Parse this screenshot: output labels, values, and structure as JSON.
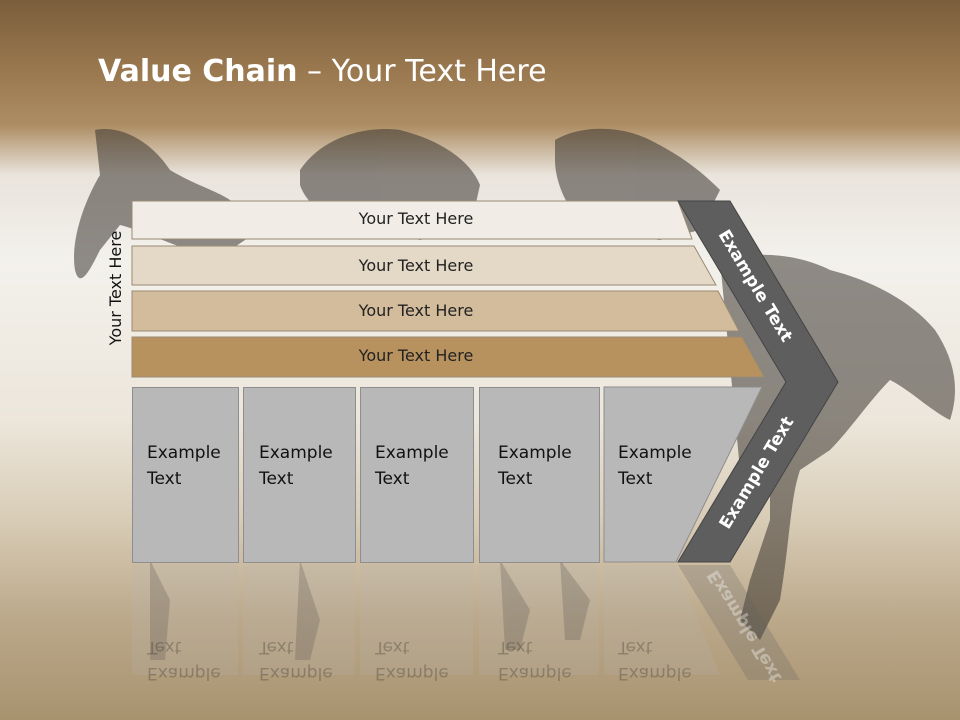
{
  "slide": {
    "title_bold": "Value Chain",
    "title_rest": " – Your Text Here",
    "side_label": "Your Text Here",
    "bands": [
      {
        "label": "Your Text Here",
        "color": "#f1ede6"
      },
      {
        "label": "Your Text Here",
        "color": "#e4d8c6"
      },
      {
        "label": "Your Text Here",
        "color": "#d3bc9c"
      },
      {
        "label": "Your Text Here",
        "color": "#b8925e"
      }
    ],
    "columns": [
      {
        "label": "Example Text"
      },
      {
        "label": "Example Text"
      },
      {
        "label": "Example Text"
      },
      {
        "label": "Example Text"
      },
      {
        "label": "Example Text"
      }
    ],
    "chevron_upper_label": "Example Text",
    "chevron_lower_label": "Example Text",
    "chevron_color": "#5e5e5e"
  }
}
